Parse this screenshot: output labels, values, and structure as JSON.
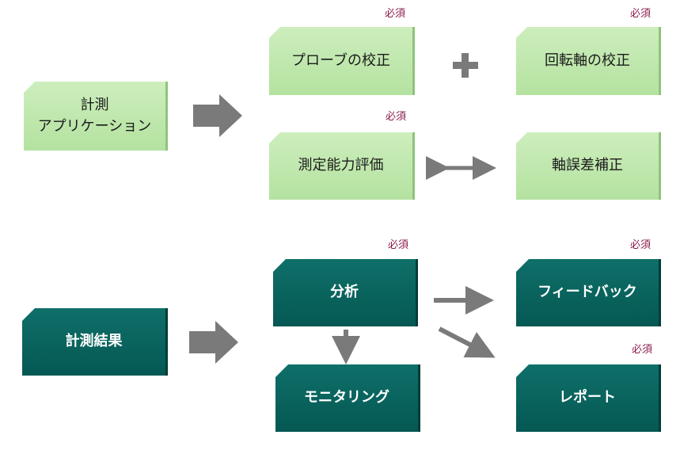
{
  "required_label": "必須",
  "top_section": {
    "source": {
      "line1": "計測",
      "line2": "アプリケーション"
    },
    "probe_calibration": "プローブの校正",
    "rotary_axis_calibration": "回転軸の校正",
    "measurement_capability": "測定能力評価",
    "axis_error_correction": "軸誤差補正"
  },
  "bottom_section": {
    "source": "計測結果",
    "analysis": "分析",
    "feedback": "フィードバック",
    "monitoring": "モニタリング",
    "report": "レポート"
  },
  "colors": {
    "green_box": "#b9e4a5",
    "teal_box": "#0a6660",
    "arrow": "#7a7a7a",
    "required_text": "#8b1c4c"
  }
}
